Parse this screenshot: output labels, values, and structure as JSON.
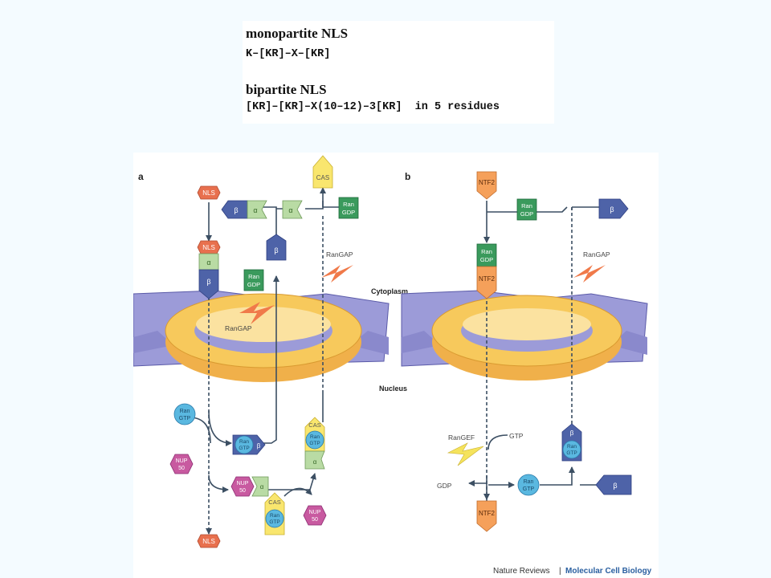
{
  "nls": {
    "monopartite_title": "monopartite NLS",
    "monopartite_motif": "K–[KR]–X–[KR]",
    "bipartite_title": "bipartite NLS",
    "bipartite_motif": "[KR]–[KR]–X(10–12)–3[KR]  in 5 residues"
  },
  "figure": {
    "panel_a": "a",
    "panel_b": "b",
    "cytoplasm": "Cytoplasm",
    "nucleus": "Nucleus",
    "credit_journal": "Nature Reviews",
    "credit_sep": "|",
    "credit_subject": "Molecular Cell Biology"
  },
  "labels": {
    "nls": "NLS",
    "alpha": "α",
    "beta": "β",
    "cas": "CAS",
    "ran": "Ran",
    "gdp": "GDP",
    "gtp": "GTP",
    "rangap": "RanGAP",
    "rangef": "RanGEF",
    "nup": "NUP",
    "nup50": "50",
    "ntf2": "NTF2"
  },
  "colors": {
    "nls_red": "#e8704e",
    "alpha_green": "#b9dba4",
    "beta_blue": "#4e63a8",
    "ran_gdp_green": "#3a9a5c",
    "ran_gtp_cyan": "#5ab8e0",
    "cas_yellow": "#f9e66e",
    "nup50_magenta": "#c85aa0",
    "ntf2_orange": "#f5a05a",
    "pore_yellow": "#f7c95c",
    "envelope_purple": "#9c9bd8",
    "rangap_orange": "#f07a4a",
    "rangef_yellow": "#f5e35c",
    "arrow_gray": "#3c4f63",
    "credit_blue": "#2a5fa0"
  }
}
